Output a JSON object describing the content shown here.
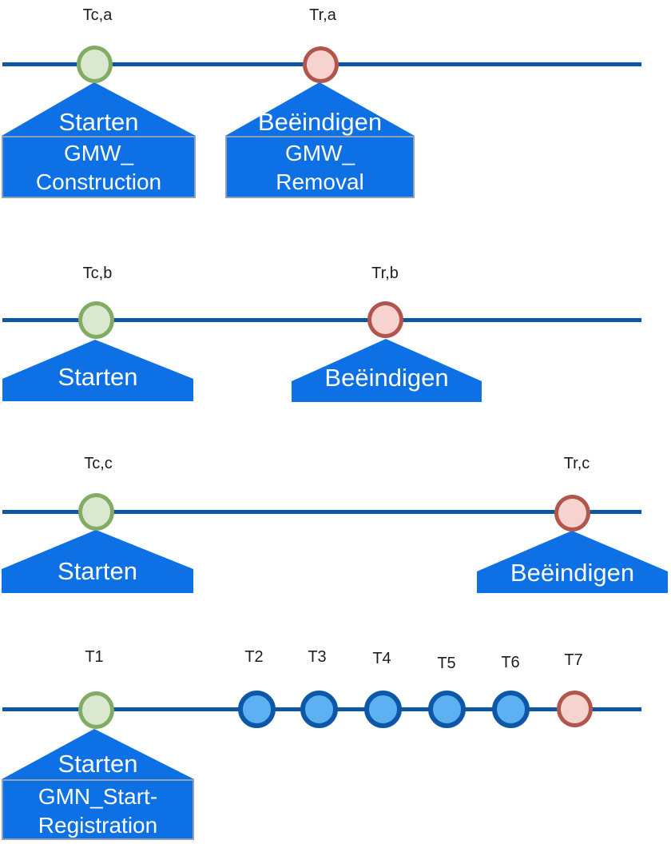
{
  "colors": {
    "timeline_line": "#0e56a4",
    "flag_blue": "#0d70e4",
    "box_border": "#92a2b4",
    "creation_event_fill": "#dbe8d0",
    "creation_event_border": "#82ab66",
    "removal_event_fill": "#f6d3cf",
    "removal_event_border": "#b1564c",
    "intermediate_event_fill": "#5db0f2",
    "intermediate_event_border": "#0d57a7",
    "label_text": "#1c1c1c",
    "flag_text": "#ffffff"
  },
  "rows": [
    {
      "t_create": "Tc,a",
      "t_remove": "Tr,a",
      "start_flag": "Starten",
      "end_flag": "Beëindigen",
      "start_box": {
        "line1": "GMW_",
        "line2": "Construction"
      },
      "end_box": {
        "line1": "GMW_",
        "line2": "Removal"
      }
    },
    {
      "t_create": "Tc,b",
      "t_remove": "Tr,b",
      "start_flag": "Starten",
      "end_flag": "Beëindigen"
    },
    {
      "t_create": "Tc,c",
      "t_remove": "Tr,c",
      "start_flag": "Starten",
      "end_flag": "Beëindigen"
    },
    {
      "ticks": [
        "T1",
        "T2",
        "T3",
        "T4",
        "T5",
        "T6",
        "T7"
      ],
      "start_flag": "Starten",
      "start_box": {
        "line1": "GMN_Start-",
        "line2": "Registration"
      }
    }
  ]
}
